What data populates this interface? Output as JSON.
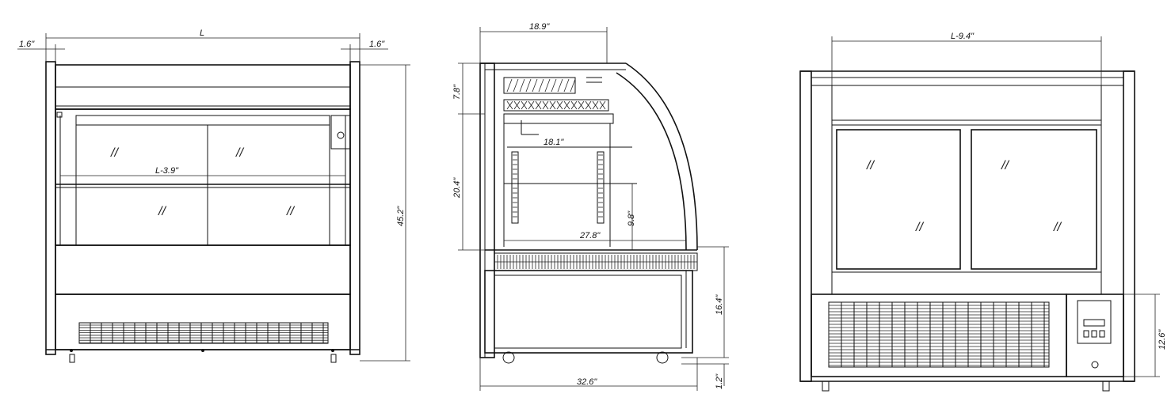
{
  "front_view": {
    "dim_side_left": "1.6\"",
    "dim_top": "L",
    "dim_side_right": "1.6\"",
    "dim_shelf": "L-3.9\"",
    "dim_height": "45.2\""
  },
  "side_view": {
    "dim_top_depth": "18.9\"",
    "dim_canopy": "7.8\"",
    "dim_display_height": "20.4\"",
    "dim_shelf_depth": "18.1\"",
    "dim_shelf_height": "9.8\"",
    "dim_deck_depth": "27.8\"",
    "dim_base": "16.4\"",
    "dim_total_depth": "32.6\"",
    "dim_feet": "1.2\""
  },
  "rear_view": {
    "dim_top": "L-9.4\"",
    "dim_base": "12.6\""
  },
  "glare_mark": "//",
  "colors": {
    "line": "#111111",
    "background": "#ffffff"
  }
}
